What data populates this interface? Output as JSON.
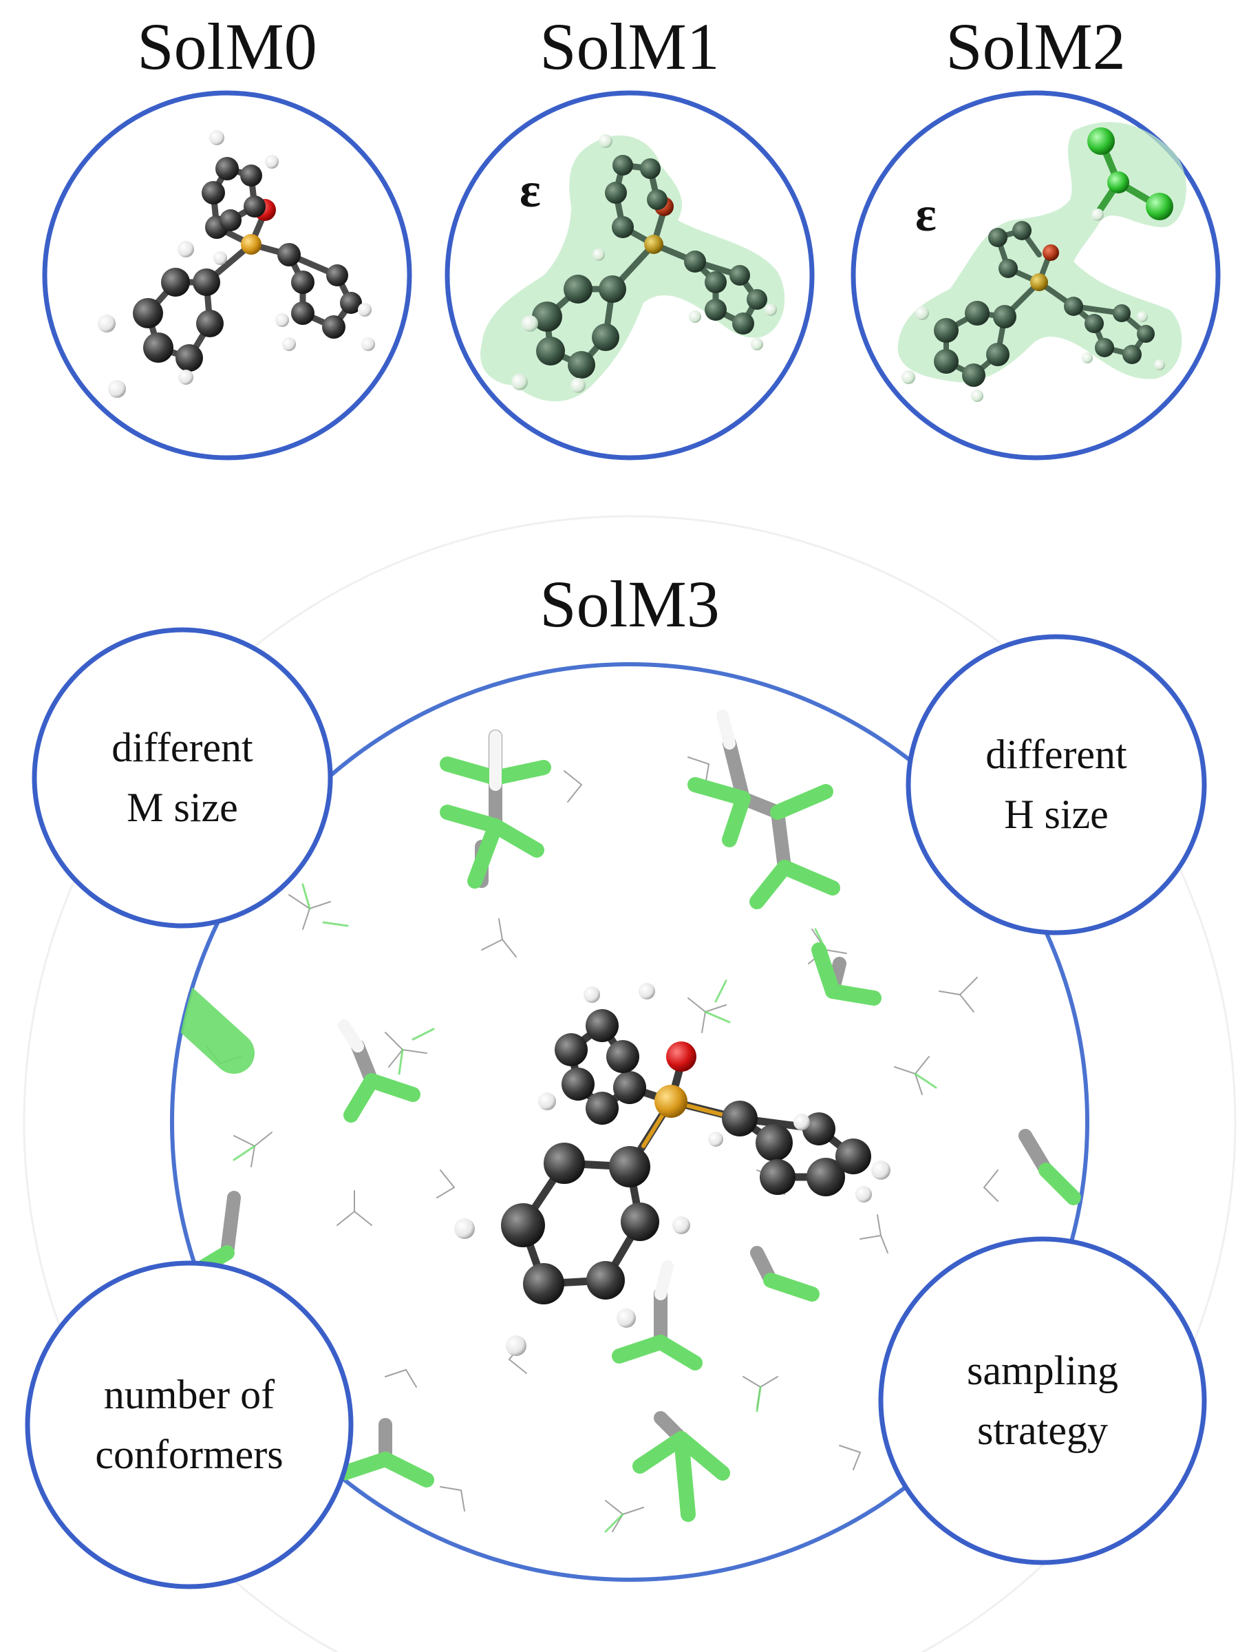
{
  "panels": {
    "solm0": {
      "title": "SolM0"
    },
    "solm1": {
      "title": "SolM1",
      "symbol": "ε"
    },
    "solm2": {
      "title": "SolM2",
      "symbol": "ε"
    },
    "solm3": {
      "title": "SolM3"
    }
  },
  "bubbles": {
    "m_size": {
      "line1": "different",
      "line2": "M size"
    },
    "h_size": {
      "line1": "different",
      "line2": "H size"
    },
    "conformers": {
      "line1": "number of",
      "line2": "conformers"
    },
    "sampling": {
      "line1": "sampling",
      "line2": "strategy"
    }
  },
  "colors": {
    "circle_border": "#3a5fc8",
    "carbon": "#3c3c3c",
    "hydrogen": "#f2f2f2",
    "phosphorus": "#d99a1c",
    "oxygen": "#d41414",
    "chlorine": "#5fd65f",
    "continuum": "#bfeac4"
  }
}
